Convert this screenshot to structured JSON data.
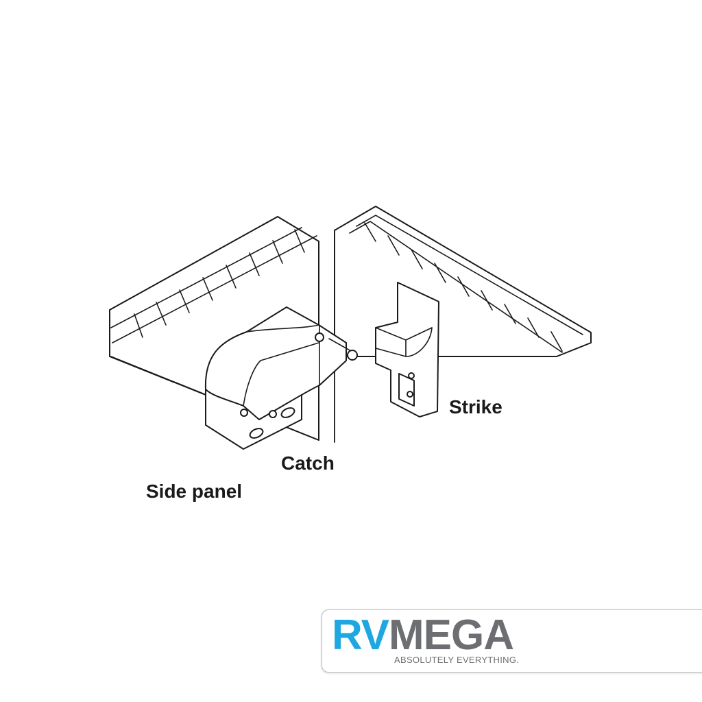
{
  "labels": {
    "strike": "Strike",
    "catch": "Catch",
    "side_panel": "Side panel"
  },
  "logo": {
    "brand_part1": "RV",
    "brand_part2": "MEGA",
    "tagline": "ABSOLUTELY EVERYTHING.",
    "colors": {
      "rv": "#1fa7e1",
      "mega": "#6d6e71"
    }
  }
}
